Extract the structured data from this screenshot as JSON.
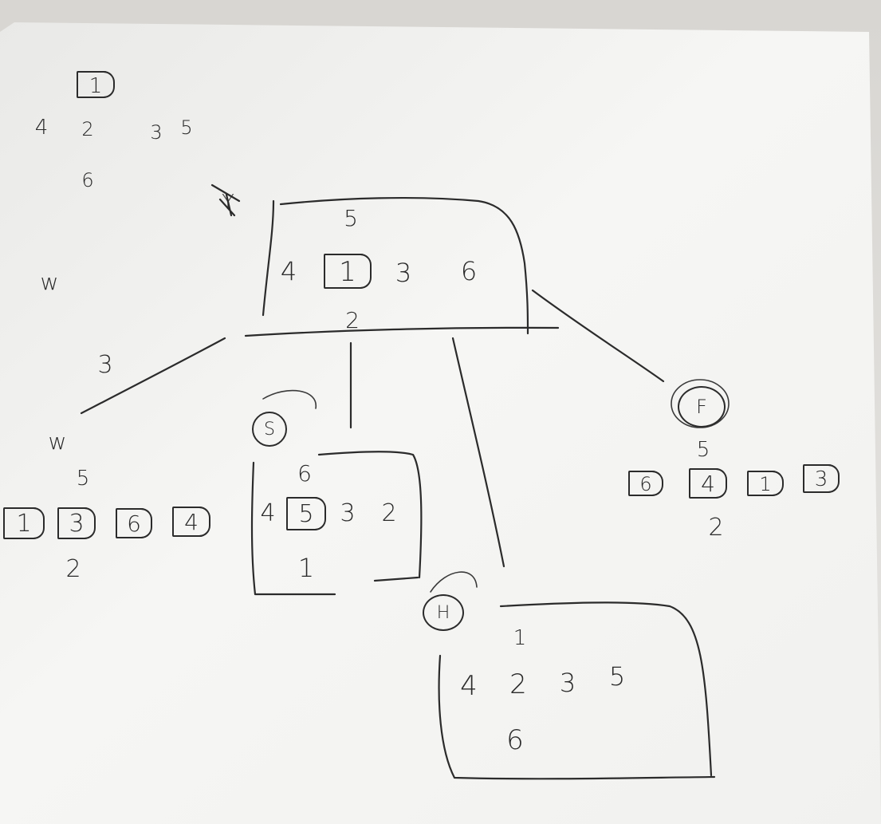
{
  "photo": {
    "legend": {
      "center": "1",
      "left": "4",
      "right_top": "2",
      "right_right": "3",
      "far_right": "5",
      "bottom": "6"
    },
    "marks": {
      "crossed_letter": "Y",
      "w_side": "w",
      "edge_w": "3",
      "w_node": "w",
      "s_node": "S",
      "f_node": "F",
      "h_node": "H"
    },
    "root_box": {
      "top": "5",
      "left": "4",
      "center": "1",
      "right_a": "3",
      "right_b": "6",
      "bottom": "2"
    },
    "w_group": {
      "top": "5",
      "items": [
        "1",
        "3",
        "6",
        "4"
      ],
      "bottom": "2"
    },
    "s_box": {
      "top": "6",
      "left": "4",
      "center": "5",
      "right_a": "3",
      "right_b": "2",
      "bottom": "1"
    },
    "f_group": {
      "top": "5",
      "items": [
        "6",
        "4",
        "1",
        "3"
      ],
      "bottom": "2"
    },
    "h_box": {
      "top": "1",
      "left": "4",
      "center": "2",
      "right_a": "3",
      "right_b": "5",
      "bottom": "6"
    },
    "colors": {
      "paper": "#f4f4f2",
      "ink": "#2b2b2b",
      "background": "#ecebe9"
    }
  }
}
